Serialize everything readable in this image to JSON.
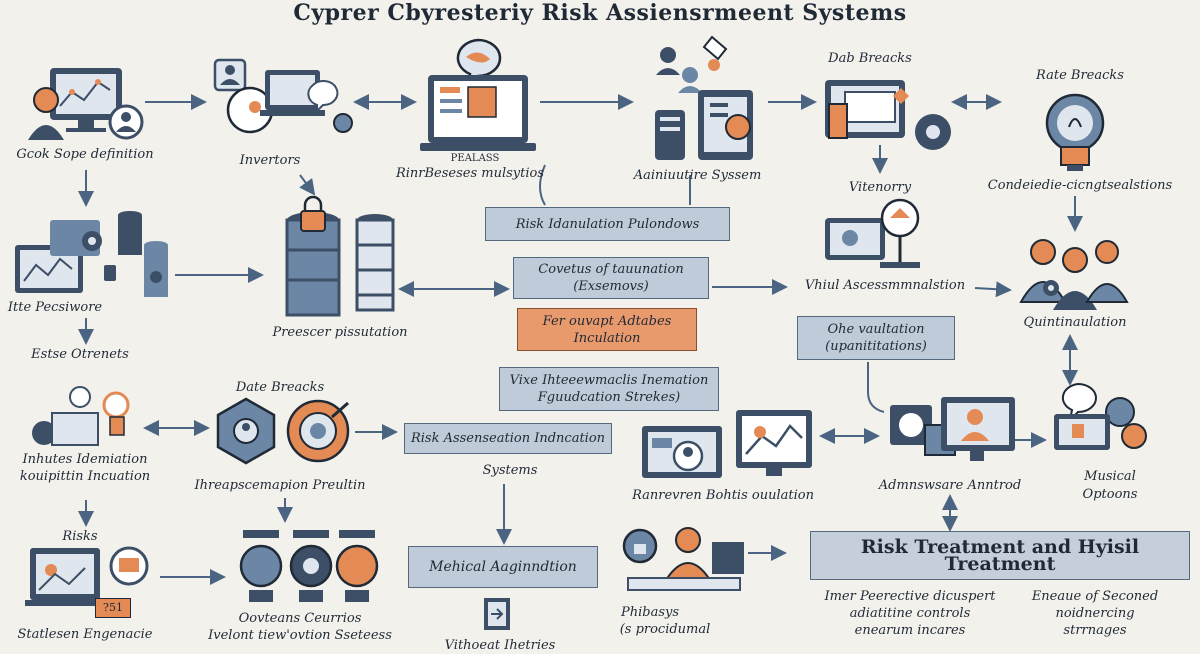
{
  "title": "Cyprer Cbyresteriy Risk  Assiensrmeent Systems",
  "colors": {
    "navy": "#3c4f66",
    "steel": "#6c87a6",
    "light": "#bfcbd8",
    "orange": "#e38a55",
    "ink": "#1f2a36",
    "bg": "#f3f1ec"
  },
  "labels": {
    "gcok": "Gcok Sope definition",
    "invertors": "Invertors",
    "pealass": "PEALASS",
    "rinrb": "RinrBeseses mulsytios",
    "aainiu": "Aainiuutire Syssem",
    "dab": "Dab Breacks",
    "rate": "Rate Breacks",
    "conde": "Condeiedie-cicngtsealstions",
    "vitenorry": "Vitenorry",
    "ittc": "Itte Pecsiwore",
    "estse": "Estse Otrenets",
    "prescer": "Preescer pissutation",
    "vhiul": "Vhiul Ascessmmnalstion",
    "quint": "Quintinaulation",
    "date": "Date Breacks",
    "inhe1": "Inhutes Idemiation",
    "inhe2": "kouipittin Incuation",
    "ihre": "Ihreapscemapion Preultin",
    "systems": "Systems",
    "ranr": "Ranrevren Bohtis ouulation",
    "adm": "Admnswsare Anntrod",
    "musical1": "Musical",
    "musical2": "Optoons",
    "risks": "Risks",
    "stat": "Statlesen Engenacie",
    "ooct1": "Oovteans Ceurrios",
    "ooct2": "Ivelont tiew'ovtion Sseteess",
    "phi1": "Phibasys",
    "phi2": "(s procidumal",
    "vit": "Vithoeat Ihetries",
    "inm1": "Imer Peerective dicuspert",
    "inm2": "adiatitine controls",
    "inm3": "enearum incares",
    "ens1": "Eneaue of Seconed",
    "ens2": "noidnercing",
    "ens3": "strrnages",
    "tag": "?51"
  },
  "boxes": {
    "b1": "Risk Idanulation Pulondows",
    "b2a": "Covetus of tauunation",
    "b2b": "(Exsemovs)",
    "b3a": "Fer ouvapt Adtabes",
    "b3b": "Inculation",
    "b4a": "Vixe Ihteeewmaclis Inemation",
    "b4b": "Fguudcation Strekes)",
    "b5": "Risk Assenseation Indncation",
    "b6a": "Ohe vaultation",
    "b6b": "(upanititations)",
    "b7": "Mehical Aaginndtion",
    "b8": "Risk Treatment and  Hyisil Treatment"
  }
}
